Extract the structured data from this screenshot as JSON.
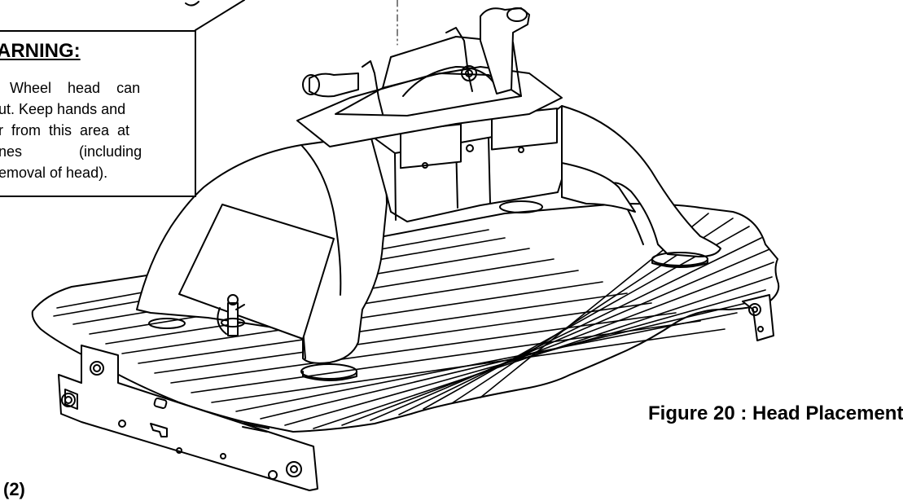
{
  "warning": {
    "title": "ARNING:",
    "lines": [
      "Wheel    head    can",
      "ut. Keep hands and",
      "r  from  this  area  at",
      "nes              (including",
      "emoval of head)."
    ]
  },
  "figure": {
    "caption": "Figure 20 : Head Placement"
  },
  "label_fragment": "(2)",
  "colors": {
    "line": "#000000",
    "background": "#ffffff",
    "hatch": "#ffffff"
  },
  "icons": [
    "fifth-wheel-hitch-drawing"
  ]
}
